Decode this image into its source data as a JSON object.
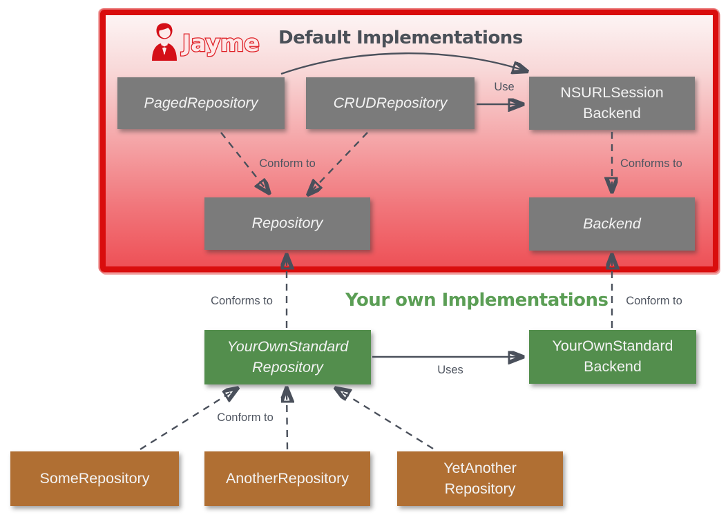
{
  "logo": {
    "text": "Jayme",
    "icon": "butler-icon"
  },
  "sections": {
    "default_title": "Default Implementations",
    "own_title": "Your own Implementations"
  },
  "nodes": {
    "paged_repository": {
      "label": "PagedRepository"
    },
    "crud_repository": {
      "label": "CRUDRepository"
    },
    "nsurlsession_backend": {
      "line1": "NSURLSession",
      "line2": "Backend"
    },
    "repository": {
      "label": "Repository"
    },
    "backend": {
      "label": "Backend"
    },
    "your_own_standard_repository": {
      "line1": "YourOwnStandard",
      "line2": "Repository"
    },
    "your_own_standard_backend": {
      "line1": "YourOwnStandard",
      "line2": "Backend"
    },
    "some_repository": {
      "label": "SomeRepository"
    },
    "another_repository": {
      "label": "AnotherRepository"
    },
    "yet_another_repository": {
      "line1": "YetAnother",
      "line2": "Repository"
    }
  },
  "edge_labels": {
    "use": "Use",
    "conform_to_top": "Conform to",
    "conforms_to_top_right": "Conforms to",
    "conforms_to_mid_left": "Conforms to",
    "conform_to_mid_right": "Conform to",
    "uses": "Uses",
    "conform_to_bottom": "Conform to"
  },
  "colors": {
    "red_border": "#d90d0d",
    "panel_top": "#fdf4f4",
    "panel_bottom": "#ee5157",
    "gray_box": "#7b7b7b",
    "green_box": "#538e4d",
    "brown_box": "#b06f33",
    "arrow": "#4a505b",
    "label": "#4f5560",
    "dark_title": "#4a5058",
    "green_title": "#5b9e55",
    "logo_red": "#df2127"
  }
}
